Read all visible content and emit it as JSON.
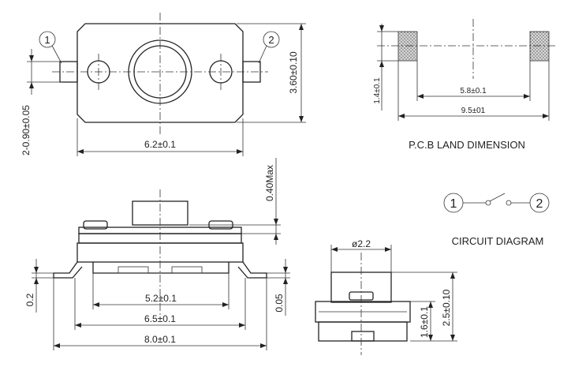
{
  "top_view": {
    "pin1": "1",
    "pin2": "2",
    "width": "6.2±0.1",
    "height": "3.60±0.10",
    "pin_pitch": "2-0.90±0.05"
  },
  "pcb_land": {
    "height": "1.4±0.1",
    "inner": "5.8±0.1",
    "outer": "9.5±01",
    "title": "P.C.B LAND DIMENSION"
  },
  "circuit": {
    "pin1": "1",
    "pin2": "2",
    "title": "CIRCUIT DIAGRAM"
  },
  "side_view": {
    "actuator": "0.40Max",
    "standoff": "0.2",
    "lead": "0.05",
    "inner": "5.2±0.1",
    "mid": "6.5±0.1",
    "overall": "8.0±0.1"
  },
  "end_view": {
    "diameter": "ø2.2",
    "body_height": "1.6±0.1",
    "total_height": "2.5±0.10"
  }
}
